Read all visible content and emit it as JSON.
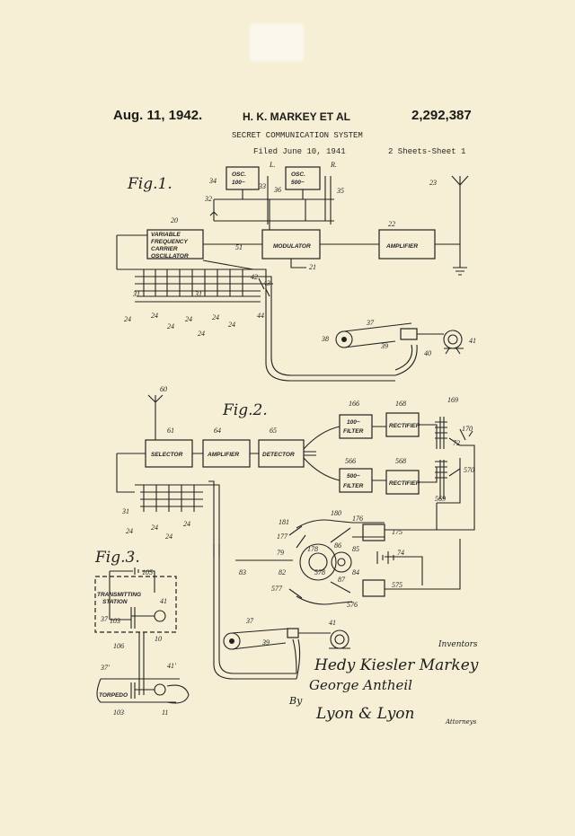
{
  "header": {
    "date": "Aug. 11, 1942.",
    "inventor": "H. K. MARKEY ET AL",
    "patent_number": "2,292,387",
    "title": "SECRET COMMUNICATION SYSTEM",
    "filed": "Filed June 10, 1941",
    "sheet": "2 Sheets-Sheet 1"
  },
  "figures": {
    "fig1": "Fig.1.",
    "fig2": "Fig.2.",
    "fig3": "Fig.3."
  },
  "fig1": {
    "osc100": [
      "OSC.",
      "100~"
    ],
    "osc500": [
      "OSC.",
      "500~"
    ],
    "vfco": [
      "VARIABLE",
      "FREQUENCY",
      "CARRIER",
      "OSCILLATOR"
    ],
    "modulator": "MODULATOR",
    "amplifier": "AMPLIFIER"
  },
  "fig2": {
    "selector": "SELECTOR",
    "amplifier": "AMPLIFIER",
    "detector": "DETECTOR",
    "filter100": [
      "100~",
      "FILTER"
    ],
    "filter500": [
      "500~",
      "FILTER"
    ],
    "rectifier": "RECTIFIER"
  },
  "fig3": {
    "station": [
      "TRANSMITTING",
      "STATION"
    ],
    "torpedo": "TORPEDO"
  },
  "signatures": {
    "inventors_label": "Inventors",
    "name1": "Hedy Kiesler Markey",
    "name2": "George Antheil",
    "by": "By",
    "agent": "Lyon & Lyon",
    "attorneys": "Attorneys"
  }
}
